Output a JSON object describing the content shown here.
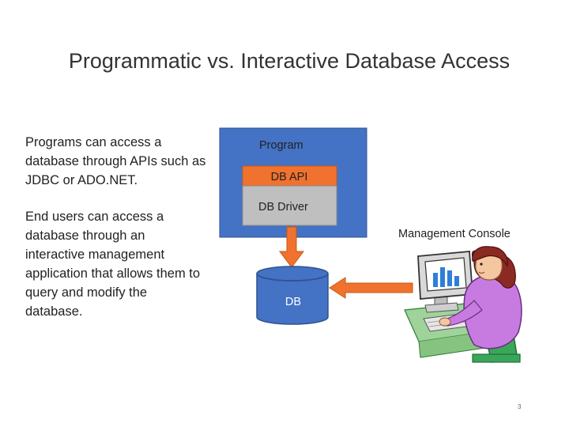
{
  "slide": {
    "title": "Programmatic vs. Interactive Database Access",
    "paragraph_1": "Programs can access a database through APIs such as JDBC or ADO.NET.",
    "paragraph_2": "End users can access a database through an interactive management application that allows them to query and modify the database.",
    "page_number": "3"
  },
  "diagram": {
    "program_label": "Program",
    "api_label": "DB API",
    "driver_label": "DB Driver",
    "db_label": "DB",
    "console_label": "Management Console"
  },
  "colors": {
    "program_box": "#4472c4",
    "api_box": "#f0722e",
    "driver_box": "#bfbfbf",
    "arrow": "#f0722e",
    "db_cylinder": "#4472c4"
  },
  "icons": {
    "user_at_computer": "woman-at-computer-clipart"
  }
}
